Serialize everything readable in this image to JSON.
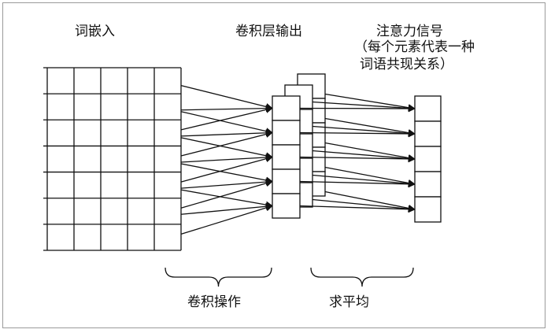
{
  "labels": {
    "word_embedding": "词嵌入",
    "conv_output": "卷积层输出",
    "attention_title": "注意力信号",
    "attention_sub_line1": "（每个元素代表一种",
    "attention_sub_line2": "词语共现关系）",
    "conv_operation": "卷积操作",
    "average_operation": "求平均"
  },
  "structure": {
    "embedding_grid": {
      "rows": 7,
      "cols": 5
    },
    "conv_output_stack": {
      "cells_per_column": 5,
      "stacked_layers": 3
    },
    "attention_vector": {
      "cells": 5
    }
  },
  "colors": {
    "line": "#111111",
    "frame": "#9a9a9a",
    "background": "#ffffff"
  }
}
